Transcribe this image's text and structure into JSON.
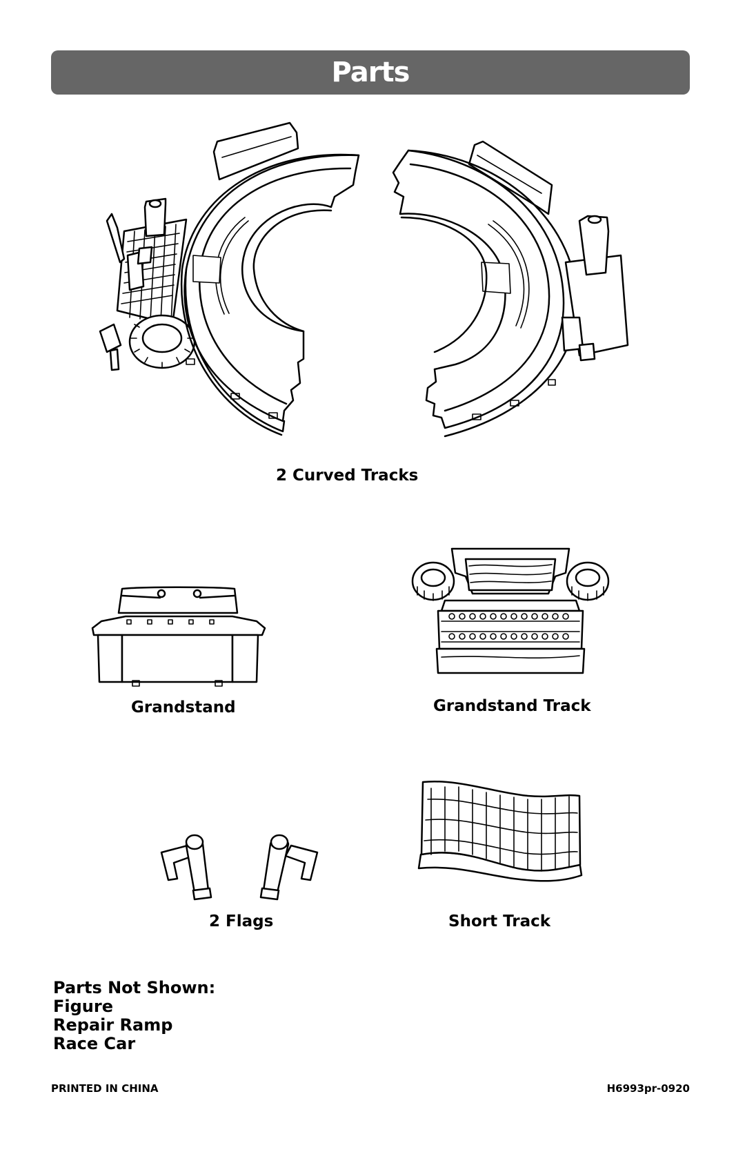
{
  "header": {
    "title": "Parts"
  },
  "parts": {
    "curved_tracks": "2 Curved Tracks",
    "grandstand": "Grandstand",
    "grandstand_track": "Grandstand Track",
    "flags": "2 Flags",
    "short_track": "Short Track"
  },
  "not_shown": {
    "heading": "Parts Not Shown:",
    "items": [
      "Figure",
      "Repair Ramp",
      "Race Car"
    ]
  },
  "footer": {
    "left": "PRINTED IN CHINA",
    "right": "H6993pr-0920"
  }
}
